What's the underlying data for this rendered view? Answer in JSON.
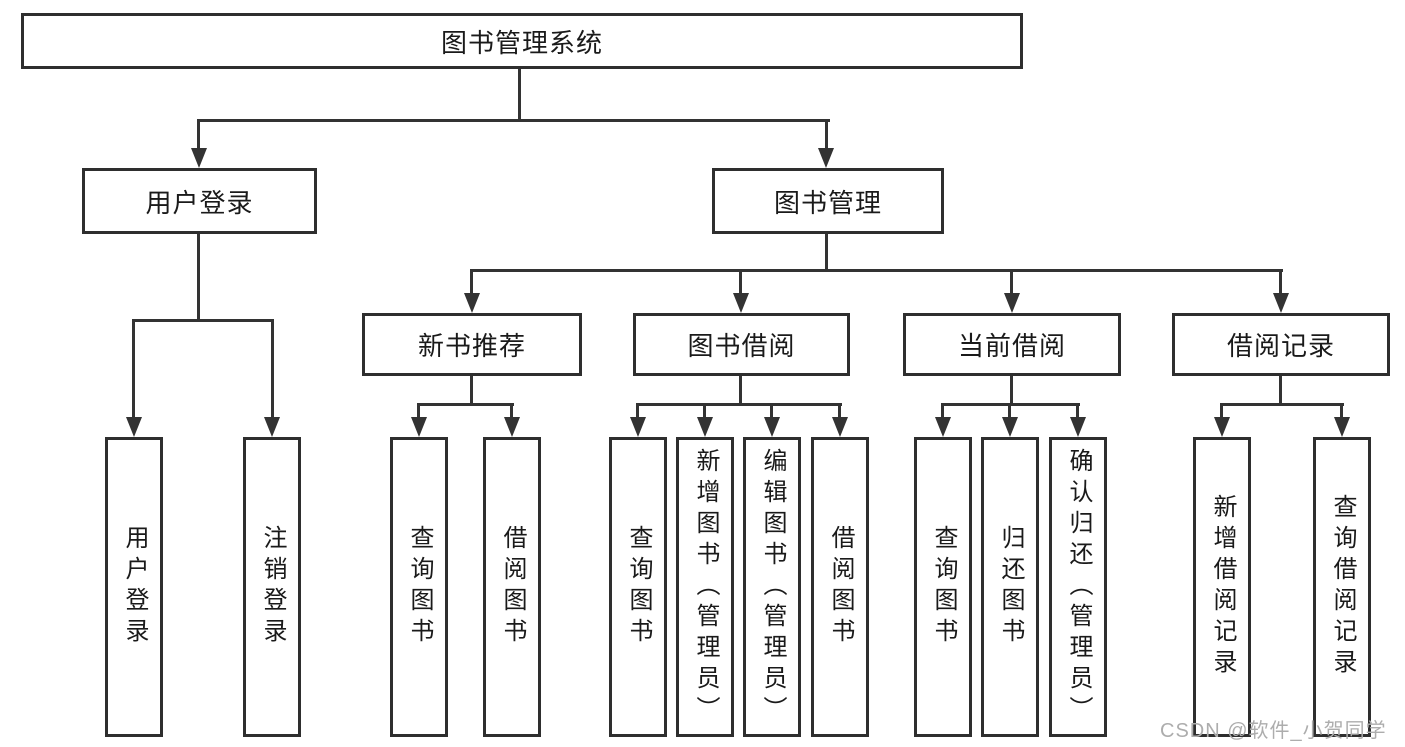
{
  "diagram_title": "图书管理系统",
  "nodes": {
    "root": "图书管理系统",
    "user_login": "用户登录",
    "book_management": "图书管理",
    "new_book_recommend": "新书推荐",
    "book_borrowing": "图书借阅",
    "current_borrowing": "当前借阅",
    "borrowing_records": "借阅记录",
    "user_login_leaf": "用户登录",
    "logout_leaf": "注销登录",
    "query_books_1": "查询图书",
    "borrow_books_1": "借阅图书",
    "query_books_2": "查询图书",
    "add_book_admin": "新增图书（管理员）",
    "edit_book_admin": "编辑图书（管理员）",
    "borrow_books_2": "借阅图书",
    "query_books_3": "查询图书",
    "return_books": "归还图书",
    "confirm_return_admin": "确认归还（管理员）",
    "add_borrow_record": "新增借阅记录",
    "query_borrow_record": "查询借阅记录"
  },
  "hierarchy": {
    "图书管理系统": [
      "用户登录",
      "图书管理"
    ],
    "用户登录": [
      "用户登录",
      "注销登录"
    ],
    "图书管理": [
      "新书推荐",
      "图书借阅",
      "当前借阅",
      "借阅记录"
    ],
    "新书推荐": [
      "查询图书",
      "借阅图书"
    ],
    "图书借阅": [
      "查询图书",
      "新增图书（管理员）",
      "编辑图书（管理员）",
      "借阅图书"
    ],
    "当前借阅": [
      "查询图书",
      "归还图书",
      "确认归还（管理员）"
    ],
    "借阅记录": [
      "新增借阅记录",
      "查询借阅记录"
    ]
  },
  "watermark": "CSDN @软件_小贺同学",
  "colors": {
    "line": "#333333",
    "border": "#2e2e2e",
    "text": "#1a1a1a",
    "watermark": "#adadad",
    "background": "#ffffff"
  }
}
